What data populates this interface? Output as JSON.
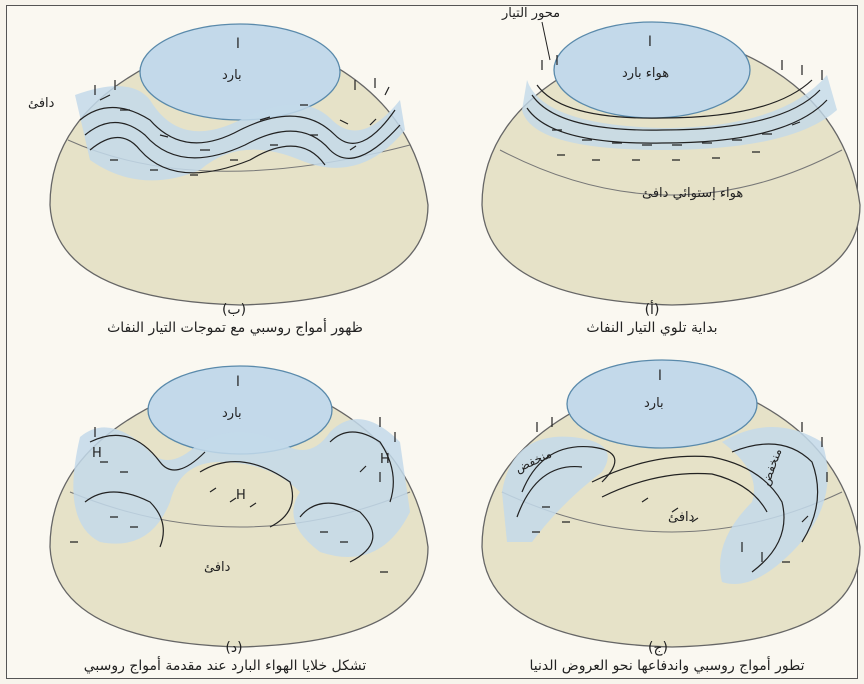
{
  "panels": {
    "a": {
      "letter": "(أ)",
      "caption": "بداية تلوي التيار النفاث",
      "cold_label": "هواء بارد",
      "warm_label": "هواء إستوائي دافئ",
      "jet_axis_label": "محور التيار",
      "pole_mark": "ا"
    },
    "b": {
      "letter": "(ب)",
      "caption": "ظهور أمواج  روسبي  مع تموجات التيار النفاث",
      "cold_label": "بارد",
      "warm_label": "دافئ",
      "pole_mark": "ا"
    },
    "c": {
      "letter": "(ج)",
      "caption": "تطور أمواج روسبي واندفاعها نحو العروض الدنيا",
      "cold_label": "بارد",
      "warm_label": "دافئ",
      "low_label_left": "منخفض",
      "low_label_right": "منخفض",
      "pole_mark": "ا"
    },
    "d": {
      "letter": "(د)",
      "caption": "تشكل خلايا الهواء البارد عند مقدمة أمواج روسبي",
      "cold_label": "بارد",
      "warm_label": "دافئ",
      "high_label_left": "H",
      "high_label_center": "H",
      "high_label_right": "H",
      "pole_mark": "ا"
    }
  },
  "colors": {
    "hemisphere": "#e6e2c8",
    "cold_air": "#b9d3e6",
    "outline": "#555555",
    "arrows": "#222222"
  }
}
